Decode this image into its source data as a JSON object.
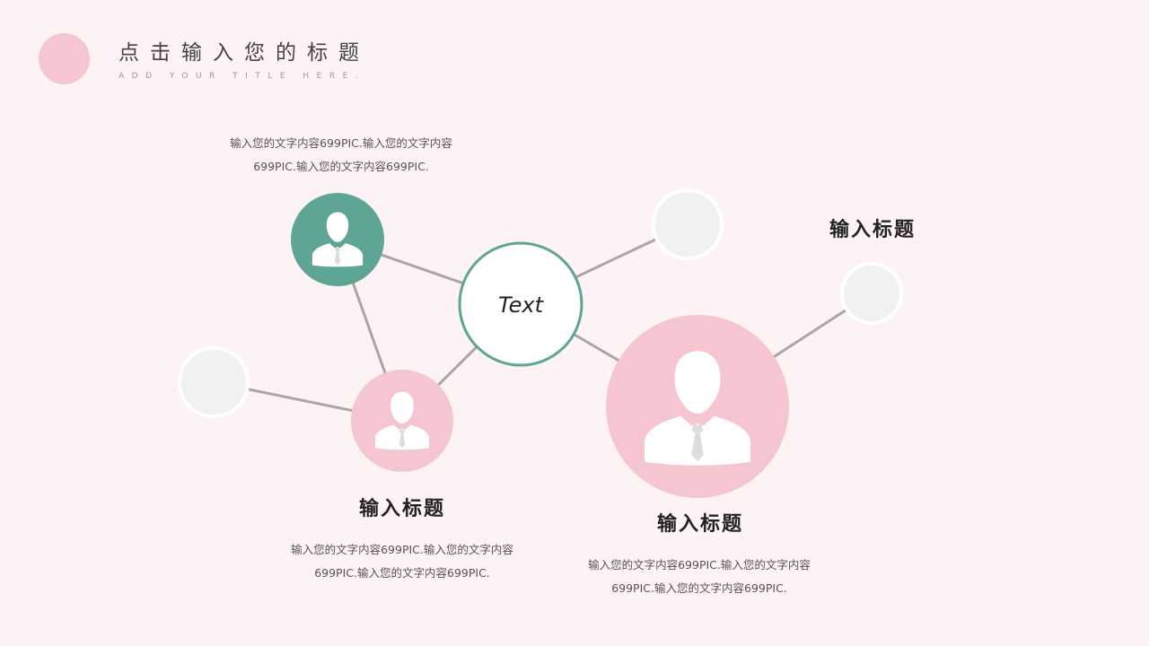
{
  "header": {
    "title": "点击输入您的标题",
    "subtitle": "ADD YOUR TITLE HERE."
  },
  "center": {
    "label": "Text"
  },
  "texts": {
    "top_left": {
      "line1": "输入您的文字内容699PIC.输入您的文字内容",
      "line2": "699PIC.输入您的文字内容699PIC."
    },
    "bottom_left": {
      "line1": "输入您的文字内容699PIC.输入您的文字内容",
      "line2": "699PIC.输入您的文字内容699PIC."
    },
    "bottom_right": {
      "line1": "输入您的文字内容699PIC.输入您的文字内容",
      "line2": "699PIC.输入您的文字内容699PIC."
    }
  },
  "titles": {
    "bottom_left": "输入标题",
    "bottom_right": "输入标题",
    "top_right": "输入标题"
  },
  "colors": {
    "background": "#fdf3f4",
    "pink": "#f5c6cf",
    "teal": "#5ea596",
    "grey_node": "#f1f1f1",
    "line": "#aaa6a6"
  },
  "icons": {
    "person_teal": "person-icon",
    "person_pink_small": "person-icon",
    "person_pink_large": "person-icon"
  }
}
